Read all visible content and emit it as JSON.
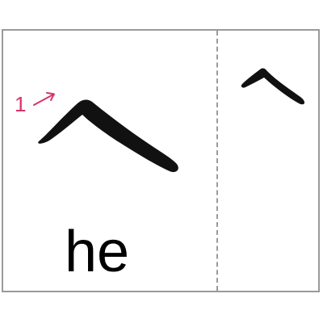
{
  "card": {
    "stroke_number": "1",
    "romaji": "he",
    "kana_character": "へ"
  },
  "colors": {
    "ink": "#111111",
    "stroke_hint": "#d6336c",
    "border": "#9a9a9a"
  },
  "icons": {
    "stroke_order_arrow": "arrow-up-right-icon"
  }
}
